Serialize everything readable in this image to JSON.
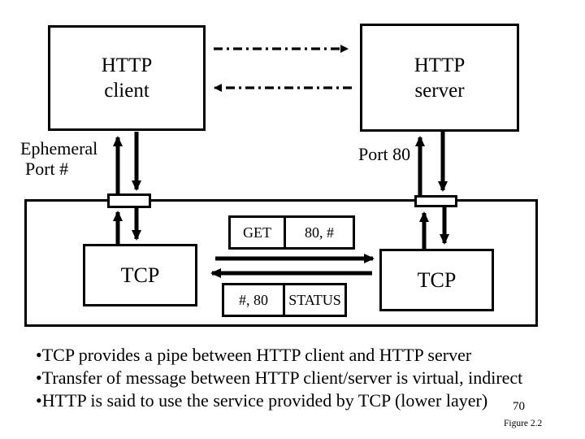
{
  "colors": {
    "background": "#ffffff",
    "line": "#000000",
    "text": "#000000"
  },
  "diagram": {
    "client": {
      "line1": "HTTP",
      "line2": "client"
    },
    "server": {
      "line1": "HTTP",
      "line2": "server"
    },
    "ephemeral_label": {
      "line1": "Ephemeral",
      "line2": "Port #"
    },
    "port80_label": "Port 80",
    "tcp_left": "TCP",
    "tcp_right": "TCP",
    "request_message": {
      "method": "GET",
      "address": "80, #"
    },
    "response_message": {
      "address": "#, 80",
      "status": "STATUS"
    }
  },
  "notes": {
    "bullets": [
      "•TCP provides a pipe between HTTP client and HTTP server",
      "•Transfer of message between HTTP client/server is virtual, indirect",
      "•HTTP is said to use the service provided by TCP (lower layer)"
    ]
  },
  "footer": {
    "page_number": "70",
    "figure_caption": "Figure 2.2"
  }
}
